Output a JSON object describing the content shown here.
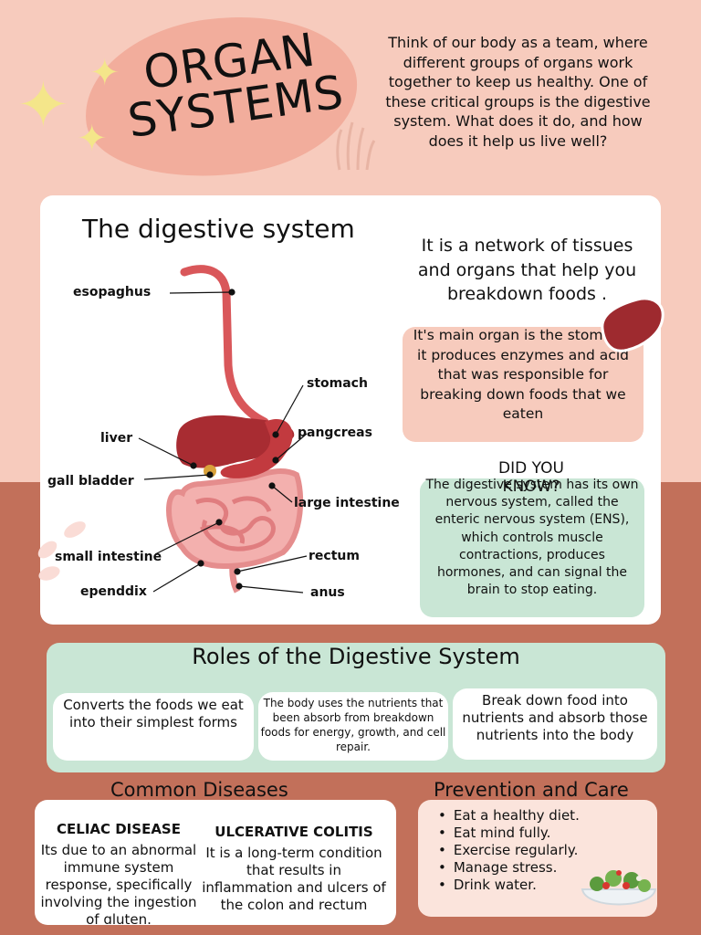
{
  "header": {
    "title_line1": "ORGAN",
    "title_line2": "SYSTEMS",
    "intro": "Think of our body as a team, where different groups of organs work together to keep us healthy. One of these critical groups is the digestive system. What does it do, and how does it help us live well?"
  },
  "digestive": {
    "title": "The digestive system",
    "network": "It is a network of tissues and organs that help you breakdown foods .",
    "stomach_note": "It's main organ is the stomach, it produces enzymes and acid that was responsible for breaking down foods that we eaten",
    "did_you_know_title": "DID YOU KNOW?",
    "did_you_know_text": "The digestive system has its own nervous system, called the enteric nervous system (ENS), which controls muscle contractions, produces hormones, and can signal the brain to stop eating.",
    "labels": {
      "esophagus": "esopaghus",
      "stomach": "stomach",
      "liver": "liver",
      "pancreas": "pangcreas",
      "gall_bladder": "gall bladder",
      "large_intestine": "large intestine",
      "small_intestine": "small intestine",
      "rectum": "rectum",
      "appendix": "ependdix",
      "anus": "anus"
    }
  },
  "roles": {
    "title": "Roles of the Digestive System",
    "items": [
      "Converts the foods we eat into their simplest forms",
      "The body uses the nutrients that been absorb from breakdown foods for energy, growth, and cell repair.",
      "Break down food into nutrients and absorb those nutrients into the body"
    ]
  },
  "diseases": {
    "title": "Common Diseases",
    "items": [
      {
        "name": "CELIAC DISEASE",
        "text": "Its due to an abnormal immune system response, specifically involving the ingestion of gluten."
      },
      {
        "name": "ULCERATIVE COLITIS",
        "text": "It is a long-term condition that results in inflammation and ulcers of the colon and rectum"
      }
    ]
  },
  "prevention": {
    "title": "Prevention and Care",
    "items": [
      "Eat a healthy diet.",
      "Eat mind fully.",
      "Exercise regularly.",
      "Manage stress.",
      "Drink water."
    ]
  },
  "colors": {
    "peach": "#f7cbbd",
    "terracotta": "#c2705a",
    "mint": "#c9e6d5",
    "organ_red": "#b3333a",
    "intestine_pink": "#f0a3a3"
  },
  "icons": [
    "sparkle-icon",
    "hand-doodle-icon",
    "liver-sticker-icon",
    "salad-bowl-icon",
    "pill-doodle-icon"
  ]
}
